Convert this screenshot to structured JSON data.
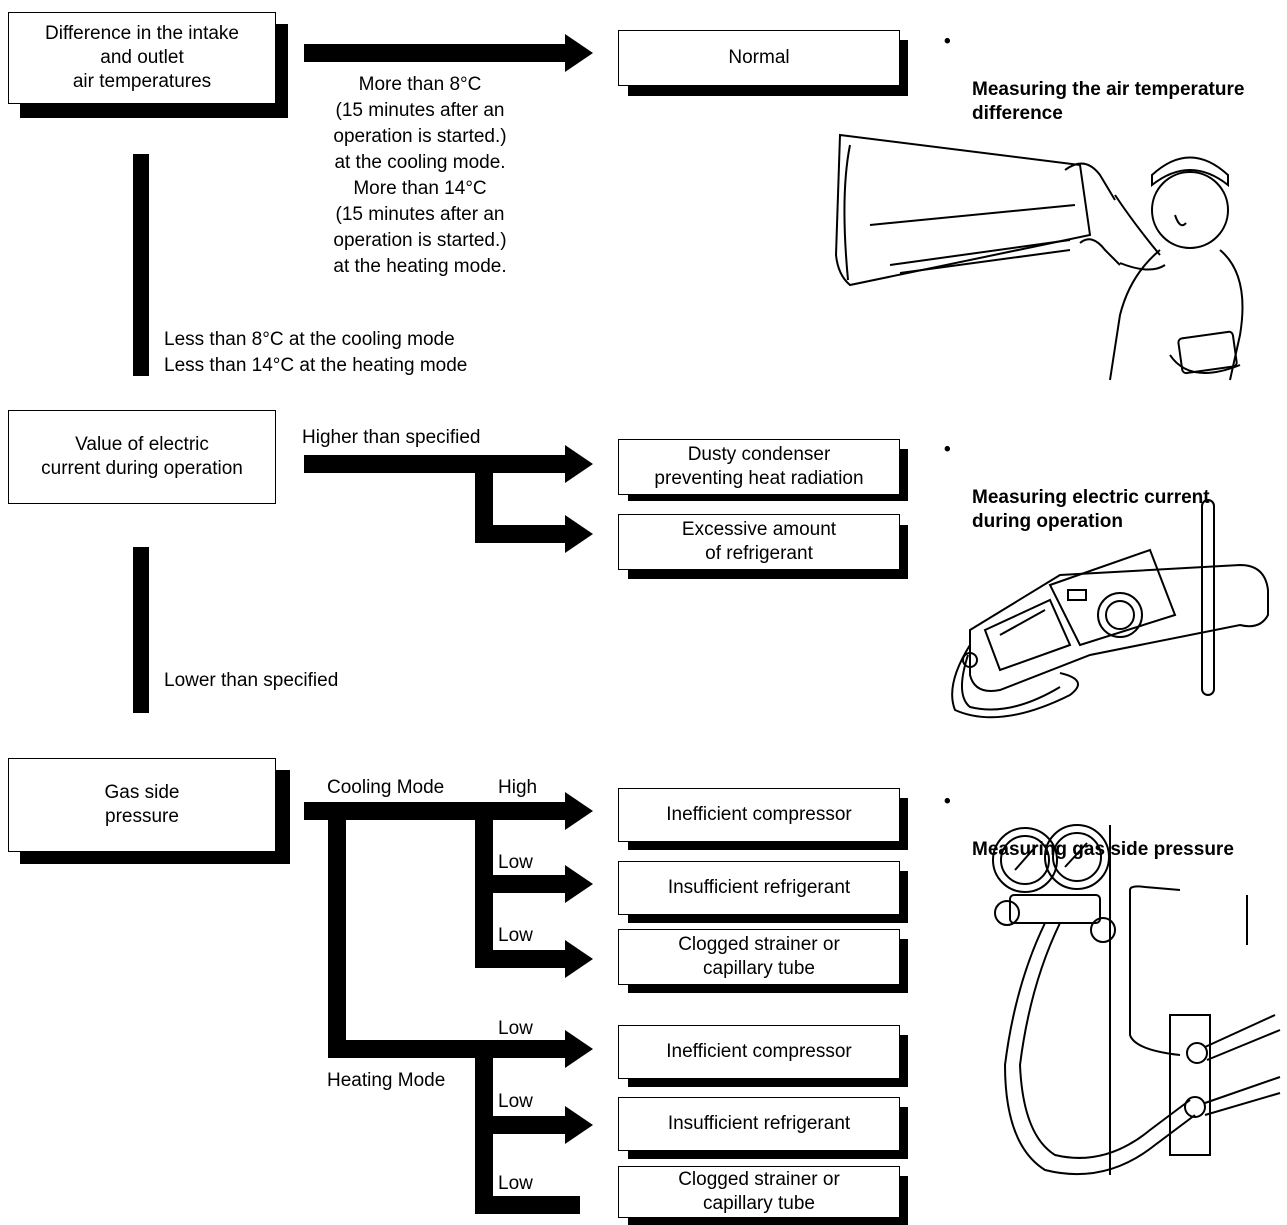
{
  "section1": {
    "check_box": "Difference in the intake\nand outlet\nair temperatures",
    "pass_condition": "More than 8°C\n(15 minutes after an\noperation is started.)\nat the cooling mode.\nMore than 14°C\n(15 minutes after an\noperation is started.)\nat the heating mode.",
    "result_box": "Normal",
    "fail_condition": "Less than 8°C at the cooling mode\nLess than 14°C at the heating mode",
    "note": "Measuring the air temperature\ndifference"
  },
  "section2": {
    "check_box": "Value of electric\ncurrent during operation",
    "high_label": "Higher than specified",
    "result_1": "Dusty condenser\npreventing heat radiation",
    "result_2": "Excessive amount\nof refrigerant",
    "low_label": "Lower than specified",
    "note": "Measuring electric current\nduring operation"
  },
  "section3": {
    "check_box": "Gas side\npressure",
    "cooling_label": "Cooling Mode",
    "heating_label": "Heating Mode",
    "branch_labels": [
      "High",
      "Low",
      "Low",
      "Low",
      "Low",
      "Low"
    ],
    "results": [
      "Inefficient compressor",
      "Insufficient refrigerant",
      "Clogged strainer or\ncapillary tube",
      "Inefficient compressor",
      "Insufficient refrigerant",
      "Clogged strainer or\ncapillary tube"
    ],
    "note": "Measuring gas side pressure"
  },
  "bullet": "•",
  "illustrations": [
    "air-conditioner-technician-illustration",
    "clamp-meter-illustration",
    "gauge-manifold-illustration"
  ]
}
